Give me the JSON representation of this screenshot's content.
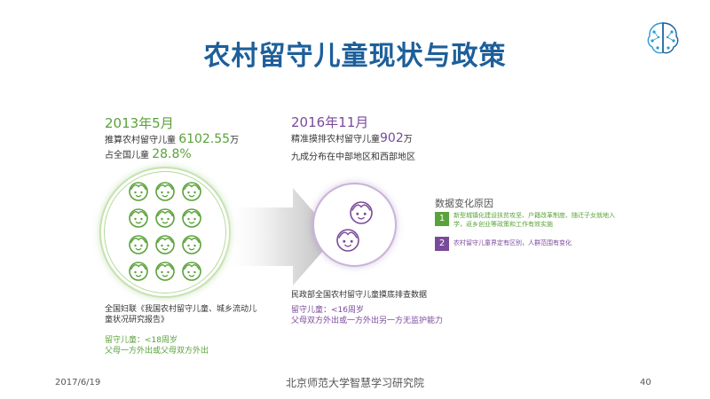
{
  "slide": {
    "title": "农村留守儿童现状与政策",
    "page_number": "40",
    "date": "2017/6/19",
    "organization": "北京师范大学智慧学习研究院"
  },
  "left_panel": {
    "date": "2013年5月",
    "stat1_label": "推算农村留守儿童",
    "stat1_value": "6102.55",
    "stat1_unit": "万",
    "stat2_label": "占全国儿童",
    "stat2_value": "28.8%",
    "source": "全国妇联《我国农村留守儿童、城乡流动儿童状况研究报告》",
    "definition_line1": "留守儿童：<18周岁",
    "definition_line2": "父母一方外出或父母双方外出",
    "face_count": 12,
    "accent_color": "#5aa23a"
  },
  "middle_panel": {
    "date": "2016年11月",
    "stat1_label": "精准摸排农村留守儿童",
    "stat1_value": "902",
    "stat1_unit": "万",
    "stat2_label": "九成分布在中部地区和西部地区",
    "source": "民政部全国农村留守儿童摸底排查数据",
    "definition_line1": "留守儿童：<16周岁",
    "definition_line2": "父母双方外出或一方外出另一方无监护能力",
    "face_count": 2,
    "accent_color": "#7a4a9a"
  },
  "reasons": {
    "title": "数据变化原因",
    "items": [
      {
        "number": "1",
        "text": "新型城镇化建设扶贫攻坚、户籍改革制度、随迁子女就地入学，返乡创业等政策和工作有效实施"
      },
      {
        "number": "2",
        "text": "农村留守儿童界定有区别，人群范围有变化"
      }
    ]
  },
  "icons": {
    "logo": "brain-circuit-icon",
    "child_face": "child-face-icon",
    "transition_arrow": "arrow-right-icon"
  }
}
